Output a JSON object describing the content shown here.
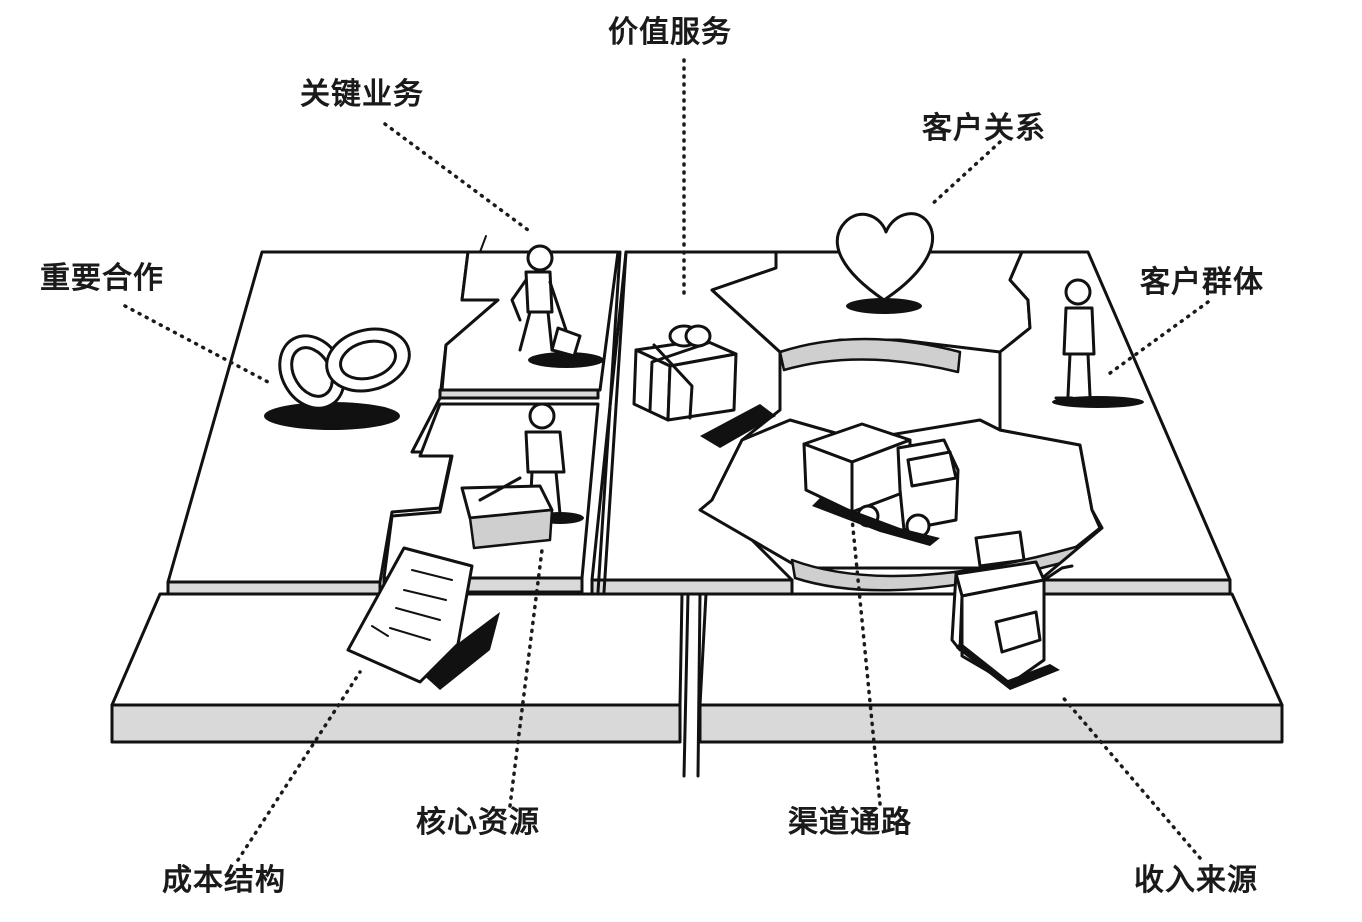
{
  "blocks": {
    "key_partners": "重要合作",
    "key_activities": "关键业务",
    "value_propositions": "价值服务",
    "customer_relationships": "客户关系",
    "customer_segments": "客户群体",
    "key_resources": "核心资源",
    "channels": "渠道通路",
    "cost_structure": "成本结构",
    "revenue_streams": "收入来源"
  },
  "icons": {
    "key_partners": "interlocked-rings-icon",
    "key_activities": "person-digging-icon",
    "value_propositions": "gift-box-icon",
    "customer_relationships": "heart-icon",
    "customer_segments": "standing-person-icon",
    "key_resources": "person-with-machine-icon",
    "channels": "delivery-truck-icon",
    "cost_structure": "invoice-paper-icon",
    "revenue_streams": "cash-register-icon"
  },
  "colors": {
    "ink": "#111111",
    "panel": "#ffffff",
    "panel_edge": "#d9d9d9"
  }
}
